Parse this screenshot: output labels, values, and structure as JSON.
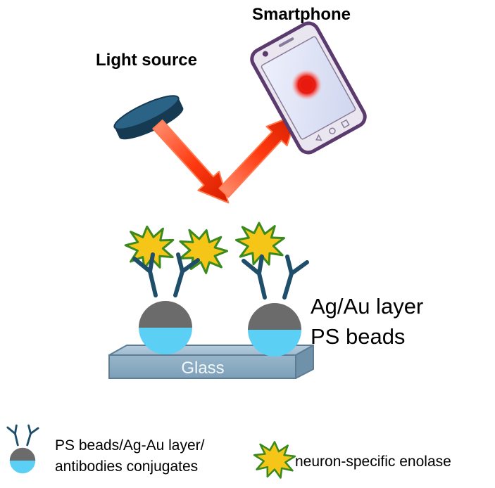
{
  "labels": {
    "smartphone": "Smartphone",
    "light_source": "Light source",
    "metal_layer": "Ag/Au layer",
    "ps_beads": "PS beads",
    "glass": "Glass"
  },
  "legend": {
    "conjugate_line1": "PS beads/Ag-Au layer/",
    "conjugate_line2": "antibodies conjugates",
    "enolase": "neuron-specific enolase"
  },
  "colors": {
    "metal_cap": "#6b6b6b",
    "bead": "#5ccff5",
    "antibody": "#1f4e6b",
    "glass": "#8fb0c9",
    "arrow": "#ff3a10",
    "star_fill": "#f5c518",
    "star_stroke": "#3a8a1e",
    "light_source": "#1f4e6b",
    "phone_frame": "#5b3a6e",
    "phone_screen": "#dfe3f5",
    "signal_dot": "#e8190f"
  },
  "icons": {
    "light_source": "disc-lamp-icon",
    "smartphone": "smartphone-icon",
    "antibody": "antibody-y-icon",
    "antigen": "starburst-icon"
  }
}
